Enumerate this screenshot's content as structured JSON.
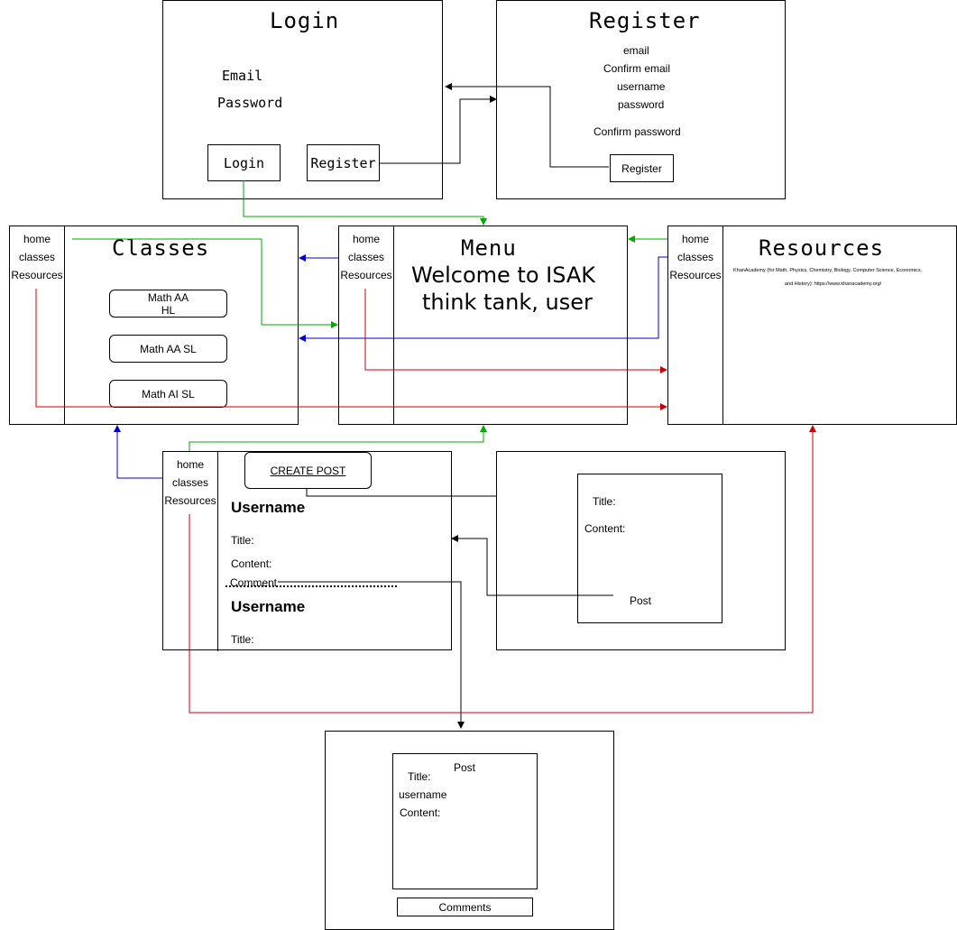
{
  "login": {
    "title": "Login",
    "email_label": "Email",
    "password_label": "Password",
    "login_button": "Login",
    "register_button": "Register"
  },
  "register": {
    "title": "Register",
    "fields": [
      "email",
      "Confirm email",
      "username",
      "password",
      "Confirm password"
    ],
    "register_button": "Register"
  },
  "nav": {
    "home": "home",
    "classes": "classes",
    "resources": "Resources"
  },
  "classes": {
    "title": "Classes",
    "items": [
      "Math AA\nHL",
      "Math AA SL",
      "Math AI SL"
    ]
  },
  "menu": {
    "title": "Menu",
    "welcome_line1": "Welcome to ISAK",
    "welcome_line2": "think tank, user"
  },
  "resources": {
    "title": "Resources",
    "text_line1": "KhanAcademy (for Math, Physics, Chemistry, Biology, Computer Science, Economics,",
    "text_line2": "and History): https://www.khanacademy.org/"
  },
  "feed": {
    "create_post": "CREATE POST",
    "post1_username": "Username",
    "post1_title": "Title:",
    "post1_content": "Content:",
    "post1_comment": "Comment",
    "post2_username": "Username",
    "post2_title": "Title:"
  },
  "create_form": {
    "title_label": "Title:",
    "content_label": "Content:",
    "post_button": "Post"
  },
  "post_detail": {
    "header": "Post",
    "title_label": "Title:",
    "username_label": "username",
    "content_label": "Content:",
    "comments_button": "Comments"
  },
  "colors": {
    "green": "#00aa00",
    "blue": "#0000cc",
    "red": "#cc0000",
    "black": "#000000"
  }
}
